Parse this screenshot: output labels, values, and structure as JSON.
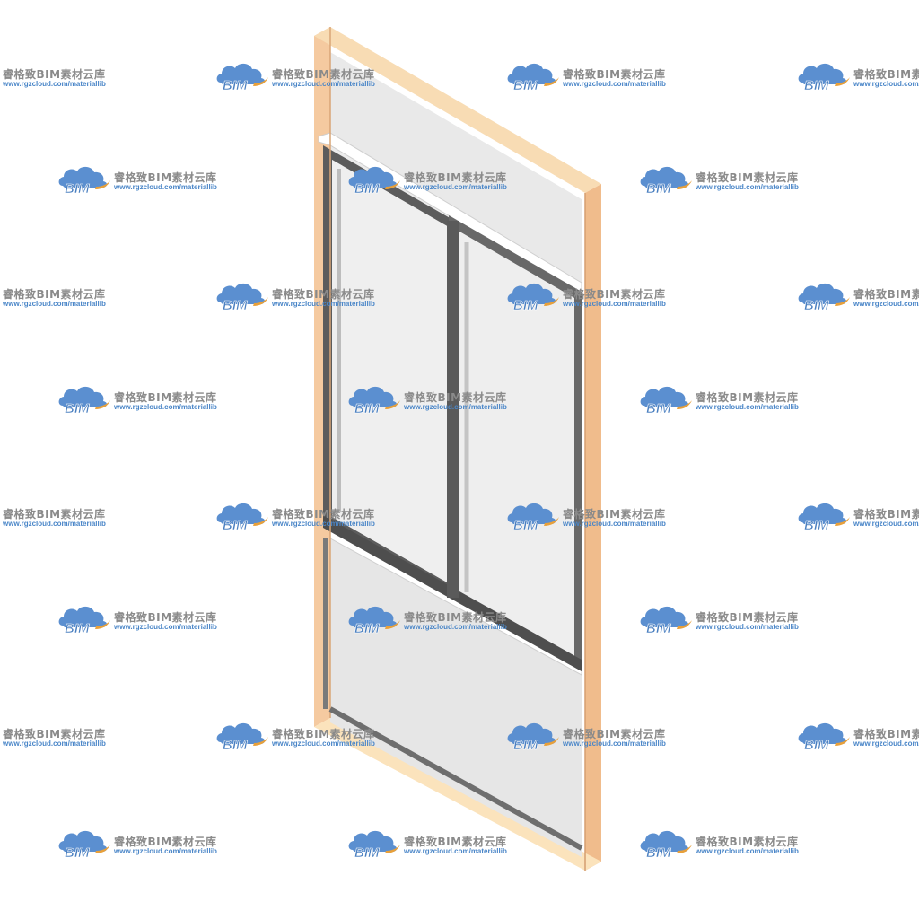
{
  "watermark": {
    "title": "睿格致BIM素材云库",
    "url": "www.rgzcloud.com/materiallib",
    "logo_text": "BIM",
    "colors": {
      "cloud": "#5b8fd0",
      "logo_text": "#4a7fc0",
      "swoosh": "#e8a03a",
      "title": "#8a8a8a",
      "url": "#4a86c8"
    }
  },
  "model": {
    "frame_color": "#f3c79a",
    "glass_color": "#e8e8e8",
    "sash_color": "#5a5a5a",
    "sash_highlight": "#ffffff"
  }
}
